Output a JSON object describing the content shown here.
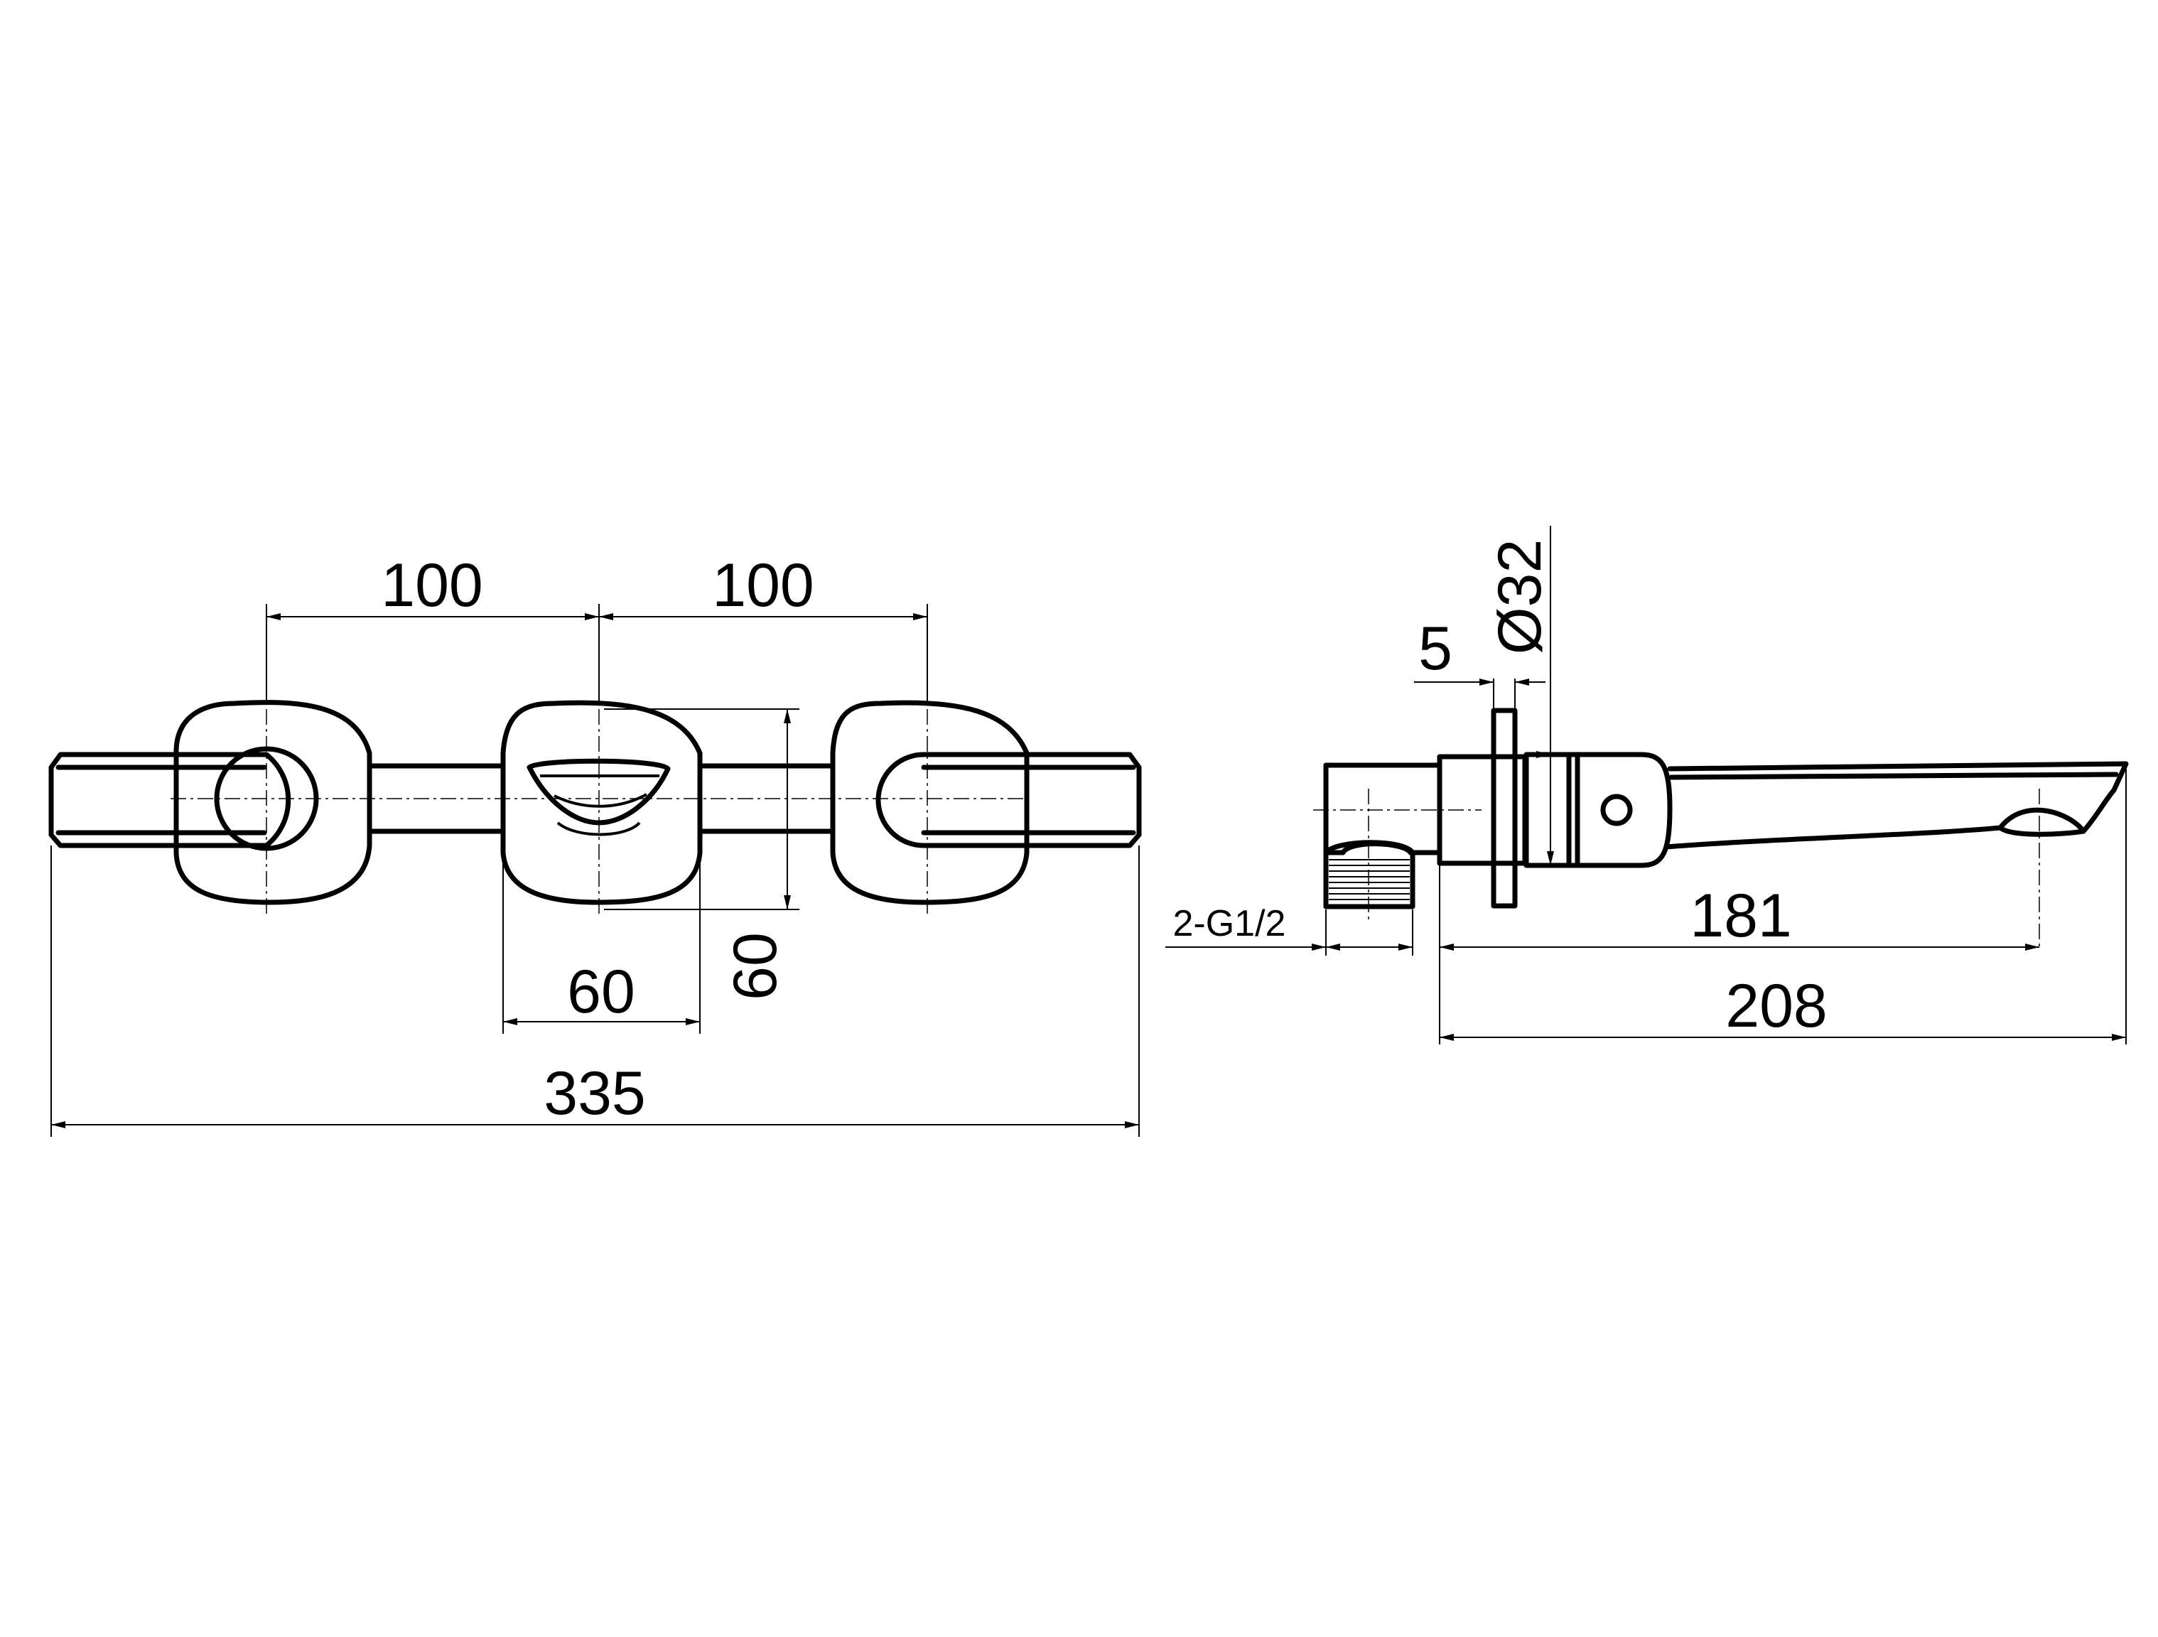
{
  "drawing": {
    "front_view": {
      "dim_spacing_left": "100",
      "dim_spacing_right": "100",
      "dim_plate_width": "60",
      "dim_plate_height": "60",
      "dim_overall_width": "335"
    },
    "side_view": {
      "dim_flange": "5",
      "dim_diameter": "Ø32",
      "dim_thread": "2-G1/2",
      "dim_projection": "181",
      "dim_overall_depth": "208"
    }
  },
  "colors": {
    "line": "#000000",
    "background": "#ffffff"
  }
}
